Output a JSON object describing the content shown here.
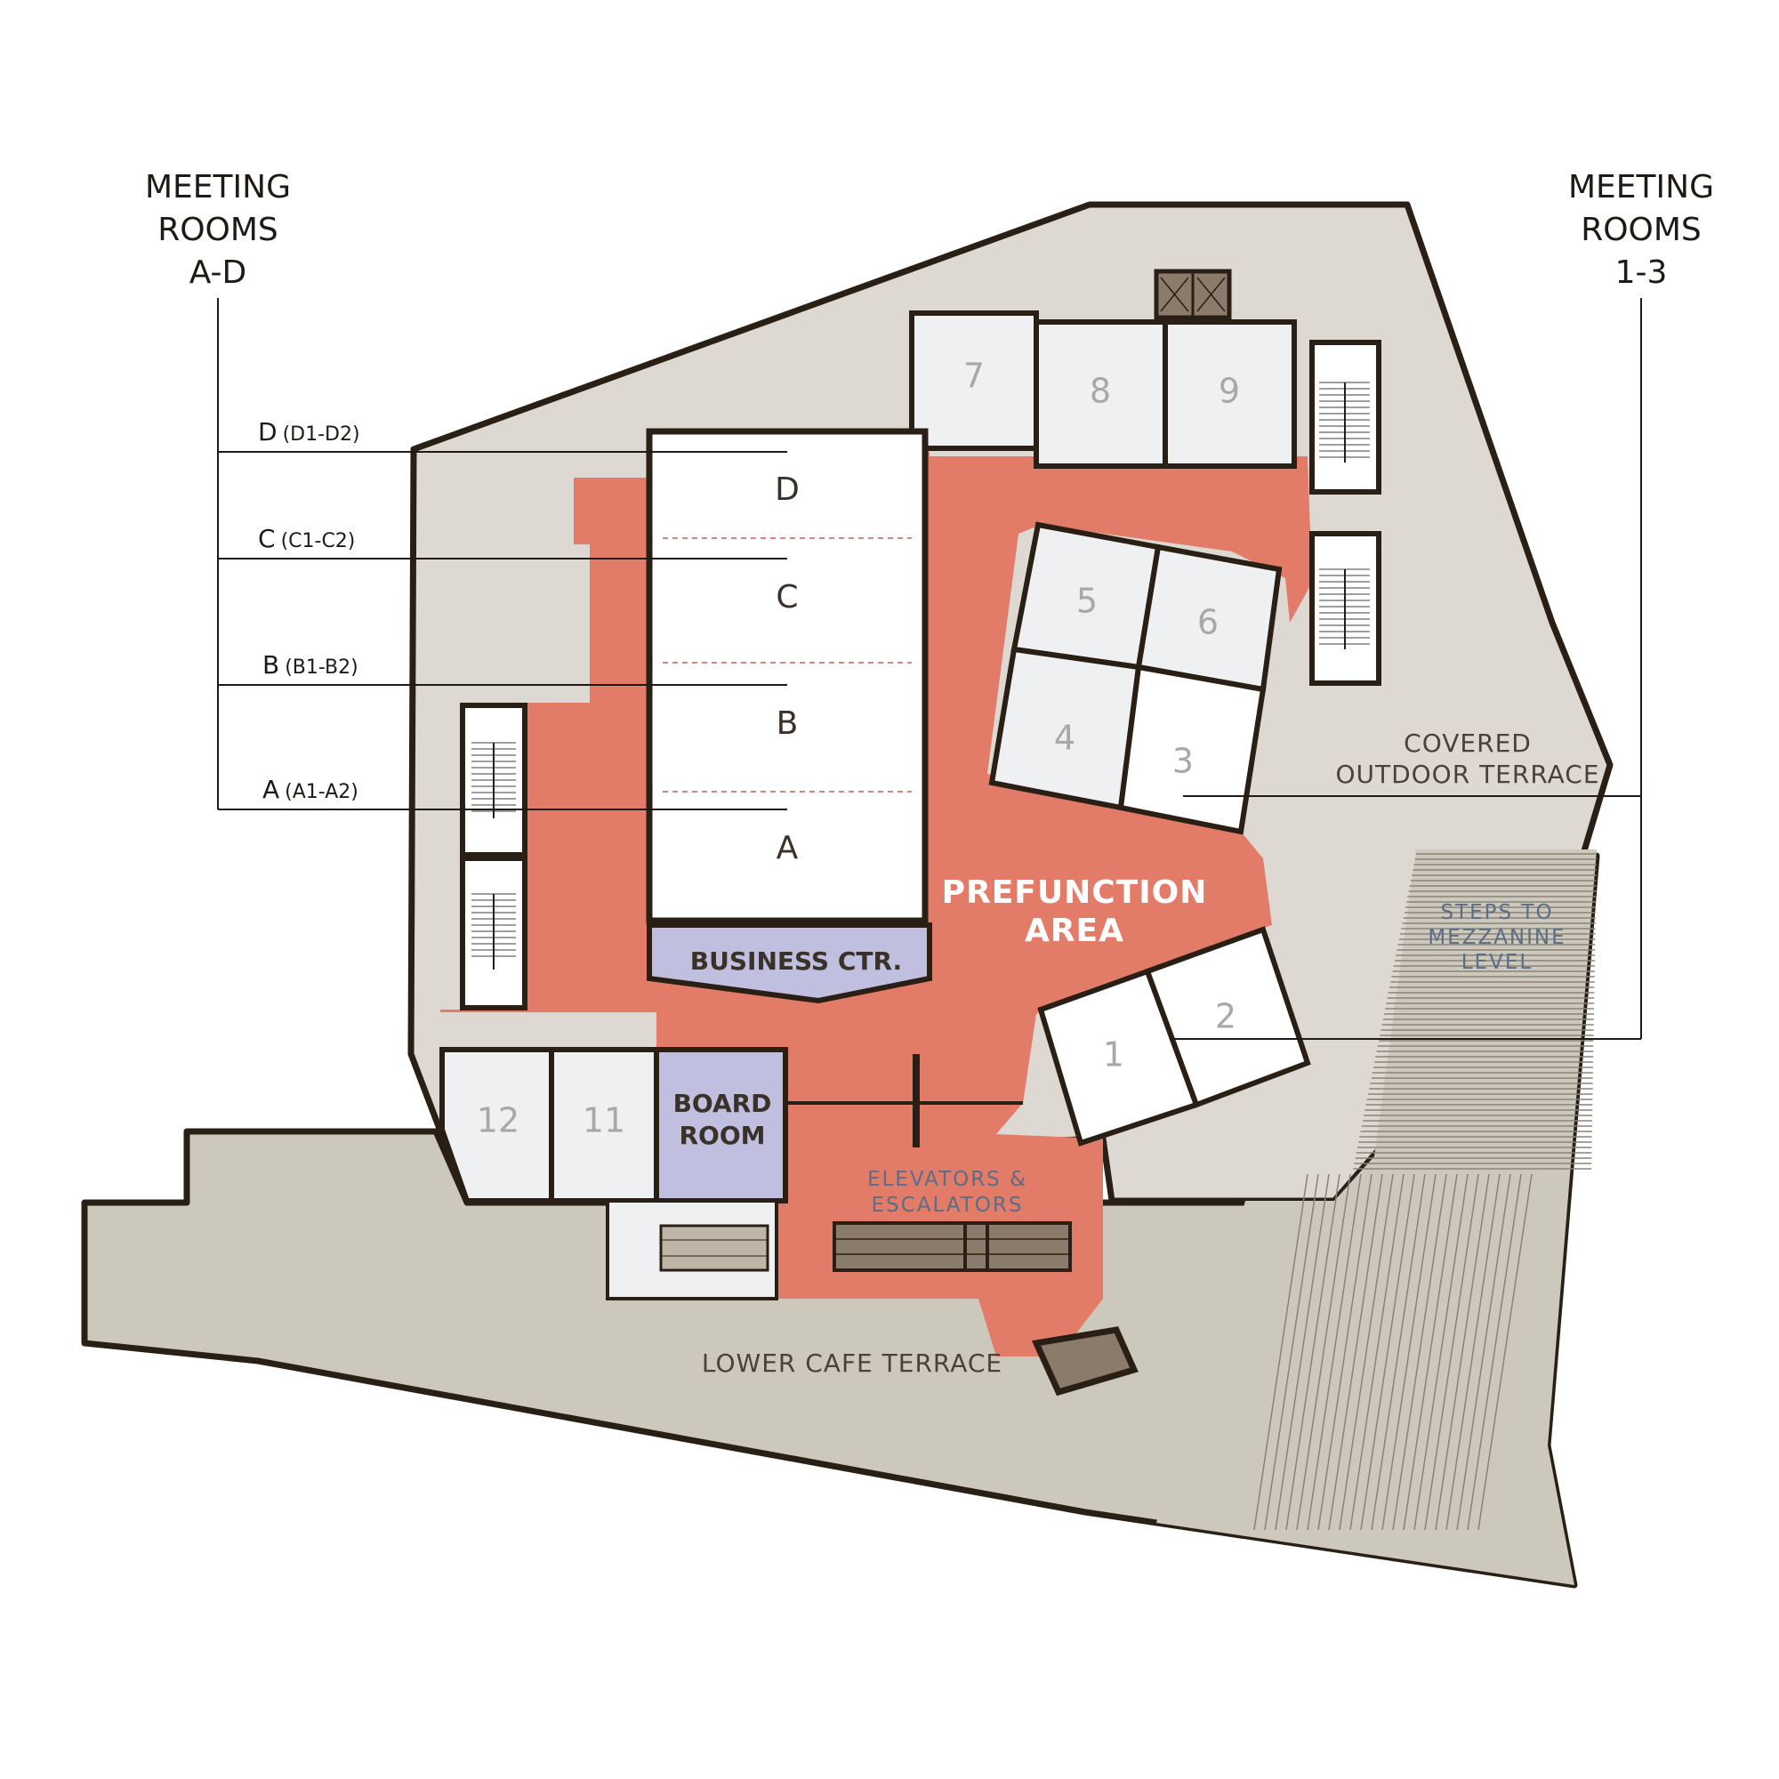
{
  "colors": {
    "prefunction": "#e27c68",
    "outer_floor": "#ddd9d2",
    "terrace": "#cdc8bc",
    "meeting_room": "#eff0f1",
    "big_room": "#ffffff",
    "business": "#c0bfdf",
    "wall": "#2a1f14"
  },
  "left_header": {
    "line1": "MEETING",
    "line2": "ROOMS",
    "line3": "A-D"
  },
  "right_header": {
    "line1": "MEETING",
    "line2": "ROOMS",
    "line3": "1-3"
  },
  "callouts_left": [
    {
      "main": "D",
      "sub": "(D1-D2)"
    },
    {
      "main": "C",
      "sub": "(C1-C2)"
    },
    {
      "main": "B",
      "sub": "(B1-B2)"
    },
    {
      "main": "A",
      "sub": "(A1-A2)"
    }
  ],
  "big_rooms": [
    "D",
    "C",
    "B",
    "A"
  ],
  "rooms": {
    "r1": "1",
    "r2": "2",
    "r3": "3",
    "r4": "4",
    "r5": "5",
    "r6": "6",
    "r7": "7",
    "r8": "8",
    "r9": "9",
    "r11": "11",
    "r12": "12"
  },
  "areas": {
    "prefunction_line1": "PREFUNCTION",
    "prefunction_line2": "AREA",
    "business_center": "BUSINESS CTR.",
    "board_room_line1": "BOARD",
    "board_room_line2": "ROOM",
    "elevators_line1": "ELEVATORS &",
    "elevators_line2": "ESCALATORS",
    "covered_terrace_line1": "COVERED",
    "covered_terrace_line2": "OUTDOOR TERRACE",
    "steps_line1": "STEPS TO",
    "steps_line2": "MEZZANINE",
    "steps_line3": "LEVEL",
    "lower_cafe_terrace": "LOWER CAFE TERRACE"
  }
}
